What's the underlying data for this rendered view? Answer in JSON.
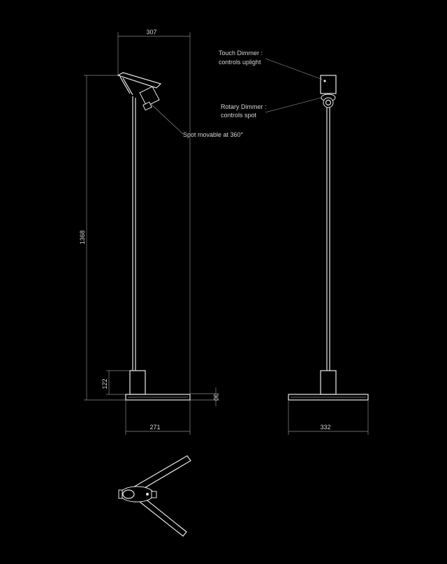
{
  "dimensions": {
    "head_width": "307",
    "total_height": "1368",
    "base_block_height": "122",
    "base_thickness": "30",
    "base_width_side": "271",
    "base_width_front": "332"
  },
  "annotations": {
    "touch_dimmer_line1": "Touch Dimmer :",
    "touch_dimmer_line2": "controls uplight",
    "rotary_dimmer_line1": "Rotary Dimmer :",
    "rotary_dimmer_line2": "controls spot",
    "spot": "Spot movable at 360°"
  },
  "colors": {
    "background": "#000000",
    "line": "#e8e8e8",
    "dimension": "#8a8a8a"
  }
}
